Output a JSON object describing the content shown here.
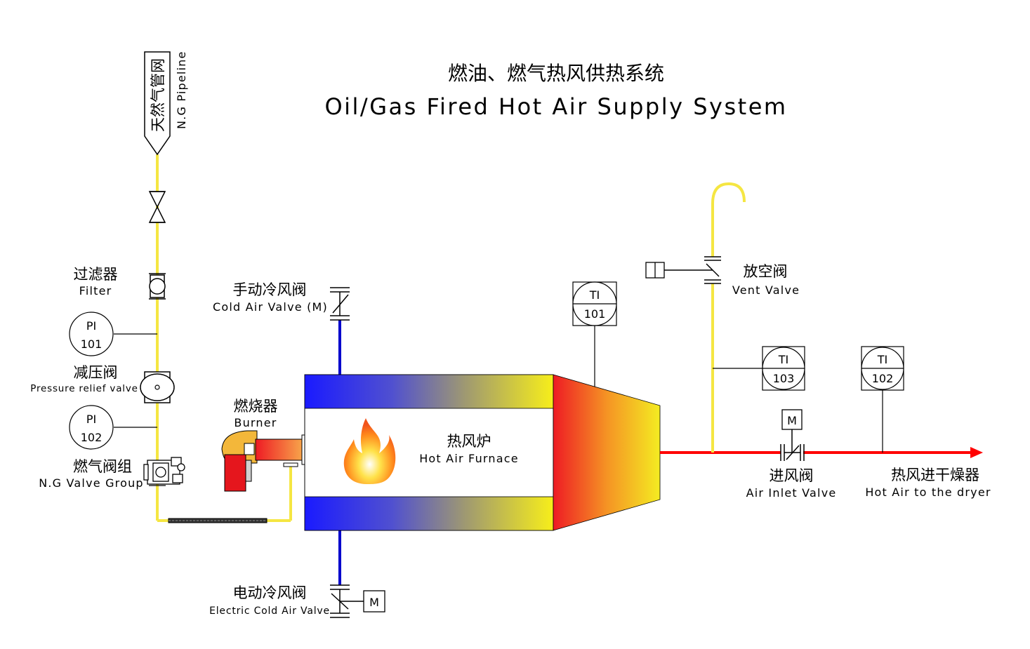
{
  "title": {
    "cn": "燃油、燃气热风供热系统",
    "en": "Oil/Gas Fired Hot Air Supply System"
  },
  "labels": {
    "ng_pipeline_cn": "天然气管网",
    "ng_pipeline_en": "N.G Pipeline",
    "filter_cn": "过滤器",
    "filter_en": "Filter",
    "prv_cn": "减压阀",
    "prv_en": "Pressure relief valve",
    "valve_group_cn": "燃气阀组",
    "valve_group_en": "N.G Valve Group",
    "burner_cn": "燃烧器",
    "burner_en": "Burner",
    "manual_cold_valve_cn": "手动冷风阀",
    "manual_cold_valve_en": "Cold Air Valve (M)",
    "electric_cold_valve_cn": "电动冷风阀",
    "electric_cold_valve_en": "Electric Cold Air Valve",
    "furnace_cn": "热风炉",
    "furnace_en": "Hot Air Furnace",
    "vent_valve_cn": "放空阀",
    "vent_valve_en": "Vent Valve",
    "air_inlet_valve_cn": "进风阀",
    "air_inlet_valve_en": "Air Inlet Valve",
    "hot_air_dryer_cn": "热风进干燥器",
    "hot_air_dryer_en": "Hot Air to the dryer"
  },
  "instruments": {
    "pi101": {
      "tag": "PI",
      "num": "101"
    },
    "pi102": {
      "tag": "PI",
      "num": "102"
    },
    "ti101": {
      "tag": "TI",
      "num": "101"
    },
    "ti102": {
      "tag": "TI",
      "num": "102"
    },
    "ti103": {
      "tag": "TI",
      "num": "103"
    }
  },
  "actuator_label": "M",
  "colors": {
    "gas_line": "#f5e642",
    "hot_air_line": "#ff0000",
    "cold_air_line": "#0000cc",
    "jacket_blue": "#1a1aff",
    "jacket_yellow": "#f2ea1e"
  }
}
